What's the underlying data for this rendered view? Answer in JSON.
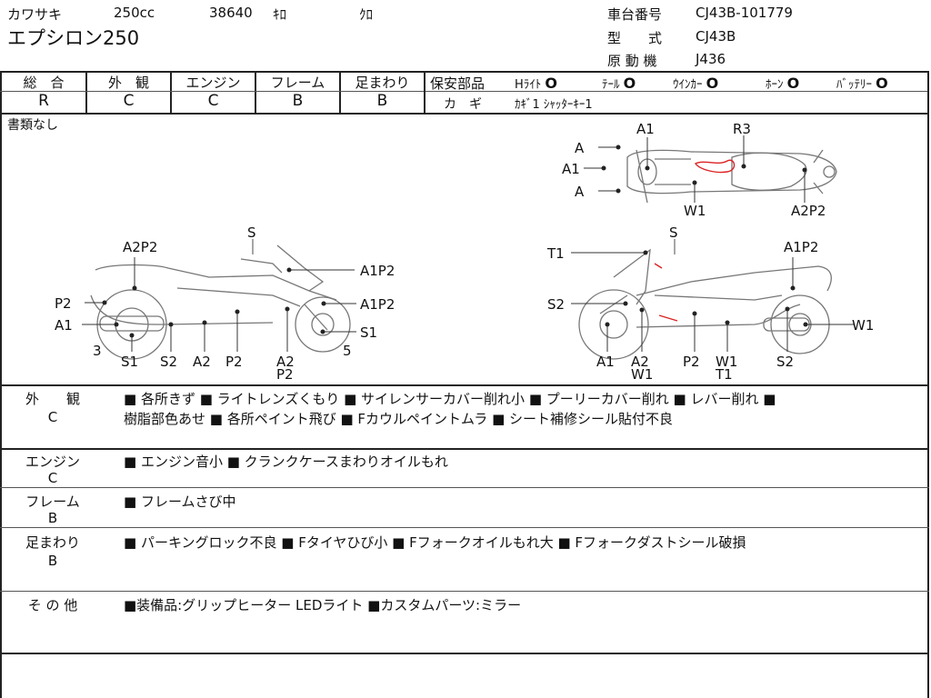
{
  "header": {
    "maker": "カワサキ",
    "displacement": "250cc",
    "mileage": "38640",
    "mileage_unit": "ｷﾛ",
    "color": "ｸﾛ",
    "model_name": "エプシロン250",
    "frame_no_label": "車台番号",
    "frame_no": "CJ43B-101779",
    "type_label": "型　　式",
    "type": "CJ43B",
    "engine_label": "原 動 機",
    "engine": "J436"
  },
  "grades": [
    {
      "label": "総　合",
      "value": "R"
    },
    {
      "label": "外　観",
      "value": "C"
    },
    {
      "label": "エンジン",
      "value": "C"
    },
    {
      "label": "フレーム",
      "value": "B"
    },
    {
      "label": "足まわり",
      "value": "B"
    }
  ],
  "safety": {
    "label": "保安部品",
    "items": [
      {
        "label": "Hﾗｲﾄ",
        "mark": "O"
      },
      {
        "label": "ﾃｰﾙ",
        "mark": "O"
      },
      {
        "label": "ｳｲﾝｶｰ",
        "mark": "O"
      },
      {
        "label": "ﾎｰﾝ",
        "mark": "O"
      },
      {
        "label": "ﾊﾞｯﾃﾘｰ",
        "mark": "O"
      }
    ],
    "key_label": "カ　ギ",
    "key_value": "ｶｷﾞ1 ｼｬｯﾀｰｷｰ1"
  },
  "documents": "書類なし",
  "diagram_labels": {
    "top_view": [
      "A1",
      "R3",
      "A",
      "A1",
      "A",
      "W1",
      "A2P2"
    ],
    "left_view": [
      "S",
      "A2P2",
      "A1P2",
      "P2",
      "A1P2",
      "A1",
      "S1",
      "3",
      "5",
      "S1",
      "S2",
      "A2",
      "P2",
      "A2",
      "P2"
    ],
    "right_view": [
      "S",
      "T1",
      "A1P2",
      "S2",
      "W1",
      "A1",
      "A2",
      "W1",
      "P2",
      "W1",
      "T1",
      "S2"
    ]
  },
  "remarks": [
    {
      "category": "外　　観",
      "grade": "C",
      "lines": [
        "■ 各所きず ■ ライトレンズくもり ■ サイレンサーカバー削れ小 ■ プーリーカバー削れ ■ レバー削れ ■",
        "樹脂部色あせ ■ 各所ペイント飛び ■ Fカウルペイントムラ ■ シート補修シール貼付不良"
      ]
    },
    {
      "category": "エンジン",
      "grade": "C",
      "lines": [
        "■ エンジン音小 ■ クランクケースまわりオイルもれ"
      ]
    },
    {
      "category": "フレーム",
      "grade": "B",
      "lines": [
        "■ フレームさび中"
      ]
    },
    {
      "category": "足まわり",
      "grade": "B",
      "lines": [
        "■ パーキングロック不良 ■ Fタイヤひび小 ■ Fフォークオイルもれ大 ■ Fフォークダストシール破損"
      ]
    },
    {
      "category": "そ の 他",
      "grade": "",
      "lines": [
        "■装備品:グリップヒーター LEDライト ■カスタムパーツ:ミラー"
      ]
    }
  ]
}
